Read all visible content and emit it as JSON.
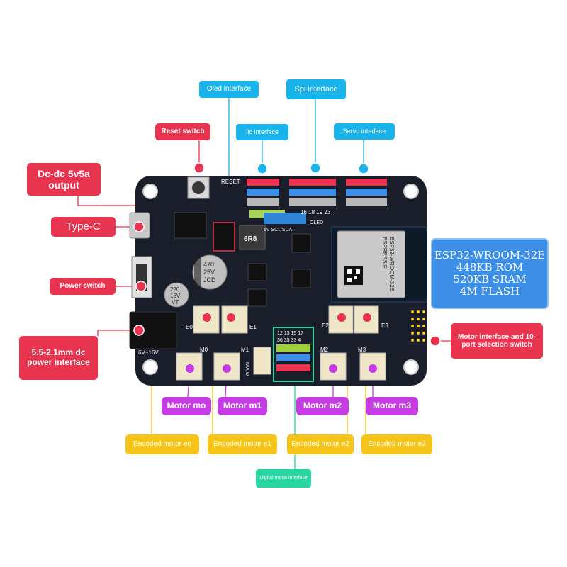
{
  "colors": {
    "red": "#e8344e",
    "cyan": "#19b4ec",
    "yellow": "#f6c419",
    "purple": "#c53ce3",
    "blue": "#3c8ee6",
    "green": "#27d6a1",
    "pcb": "#1a1d2a"
  },
  "labels": {
    "oled": "Oled interface",
    "spi": "Spi interface",
    "reset": "Reset switch",
    "iic": "Iic interface",
    "servo": "Servo interface",
    "dcdc": "Dc-dc 5v5a output",
    "typec": "Type-C",
    "power": "Power switch",
    "dcjack": "5.5-2.1mm dc power interface",
    "motor_switch": "Motor interface and 10-port selection switch",
    "digital": "Digital mode interface"
  },
  "esp32": {
    "line1": "ESP32-WROOM-32E",
    "line2": "448KB ROM",
    "line3": "520KB SRAM",
    "line4": "4M FLASH"
  },
  "motors": [
    "Motor mo",
    "Motor m1",
    "Motor m2",
    "Motor m3"
  ],
  "encoders": [
    "Encoded motor eo",
    "Encoded motor e1",
    "Encoded motor e2",
    "Encoded motor e3"
  ],
  "pcb": {
    "reset": "RESET",
    "oled": "OLED",
    "pins_row": "16 18 19 23",
    "pins_iic": "5V SCL SDA",
    "inductor": "6R8",
    "cap1": "470",
    "cap2": "25V",
    "cap3": "JCD",
    "cap4": "220",
    "cap5": "16V",
    "cap6": "VT",
    "voltage": "6V~16V",
    "m0": "M0",
    "m1": "M1",
    "m2": "M2",
    "m3": "M3",
    "e0": "E0",
    "e1": "E1",
    "e2": "E2",
    "e3": "E3",
    "gvin": "G VIN",
    "digital_top": "12 13 15 17",
    "digital_bottom": "36 35 33 4",
    "chip_brand": "ESPRESSIF",
    "chip_model": "ESP32-WROOM-32E"
  }
}
